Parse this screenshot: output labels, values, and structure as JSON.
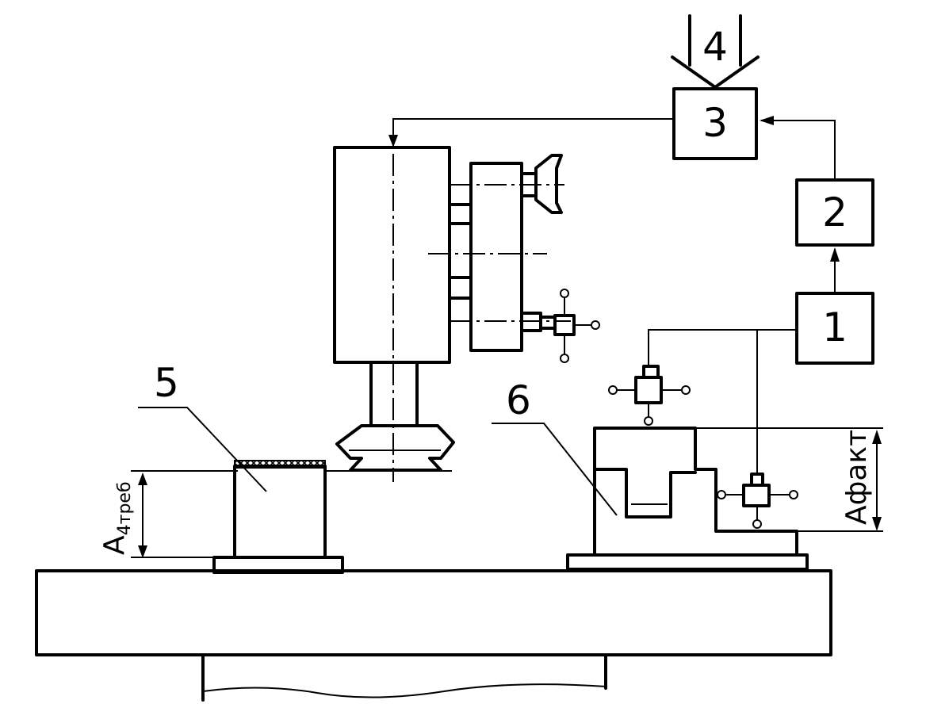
{
  "labels": {
    "block1": "1",
    "block2": "2",
    "block3": "3",
    "block4": "4",
    "part5": "5",
    "fixture6": "6"
  },
  "dimensions": {
    "a_required_main": "A",
    "a_required_sub": "4треб",
    "a_actual": "Aфакт"
  }
}
